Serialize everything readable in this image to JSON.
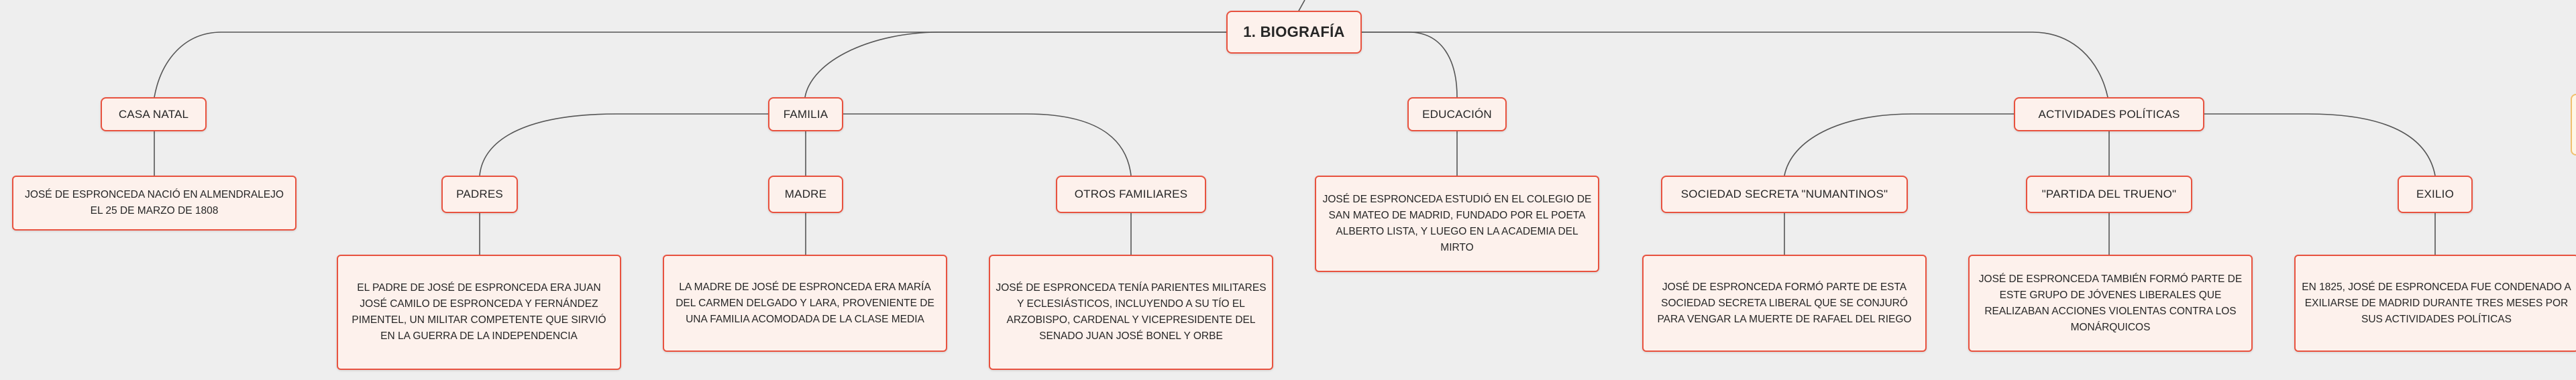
{
  "root": {
    "title": "1. BIOGRAFÍA"
  },
  "branches": {
    "casa_natal": {
      "label": "CASA NATAL",
      "text": "JOSÉ DE ESPRONCEDA NACIÓ EN ALMENDRALEJO EL 25 DE MARZO DE 1808"
    },
    "familia": {
      "label": "FAMILIA",
      "padres": {
        "label": "PADRES",
        "text": "EL PADRE DE JOSÉ DE ESPRONCEDA ERA JUAN JOSÉ CAMILO DE ESPRONCEDA Y FERNÁNDEZ PIMENTEL, UN MILITAR COMPETENTE QUE SIRVIÓ EN LA GUERRA DE LA INDEPENDENCIA"
      },
      "madre": {
        "label": "MADRE",
        "text": "LA MADRE DE JOSÉ DE ESPRONCEDA ERA MARÍA DEL CARMEN DELGADO Y LARA, PROVENIENTE DE UNA FAMILIA ACOMODADA DE LA CLASE MEDIA"
      },
      "otros": {
        "label": "OTROS FAMILIARES",
        "text": "JOSÉ DE ESPRONCEDA TENÍA PARIENTES MILITARES Y ECLESIÁSTICOS, INCLUYENDO A SU TÍO EL ARZOBISPO, CARDENAL Y VICEPRESIDENTE DEL SENADO JUAN JOSÉ BONEL Y ORBE"
      }
    },
    "educacion": {
      "label": "EDUCACIÓN",
      "text": "JOSÉ DE ESPRONCEDA ESTUDIÓ EN EL COLEGIO DE SAN MATEO DE MADRID, FUNDADO POR EL POETA ALBERTO LISTA, Y LUEGO EN LA ACADEMIA DEL MIRTO"
    },
    "actividades": {
      "label": "ACTIVIDADES POLÍTICAS",
      "numantinos": {
        "label": "SOCIEDAD SECRETA \"NUMANTINOS\"",
        "text": "JOSÉ DE ESPRONCEDA FORMÓ PARTE DE ESTA SOCIEDAD SECRETA LIBERAL QUE SE CONJURÓ PARA VENGAR LA MUERTE DE RAFAEL DEL RIEGO"
      },
      "trueno": {
        "label": "\"PARTIDA DEL TRUENO\"",
        "text": "JOSÉ DE ESPRONCEDA TAMBIÉN FORMÓ PARTE DE ESTE GRUPO DE JÓVENES LIBERALES QUE REALIZABAN ACCIONES VIOLENTAS CONTRA LOS MONÁRQUICOS"
      },
      "exilio": {
        "label": "EXILIO",
        "text": "EN 1825, JOSÉ DE ESPRONCEDA FUE CONDENADO A EXILIARSE DE MADRID DURANTE TRES MESES POR SUS ACTIVIDADES POLÍTICAS"
      }
    }
  },
  "colors": {
    "node_border": "#e8523f",
    "node_fill": "#fdf1ec",
    "connector": "#555555",
    "background": "#eeeeee"
  }
}
